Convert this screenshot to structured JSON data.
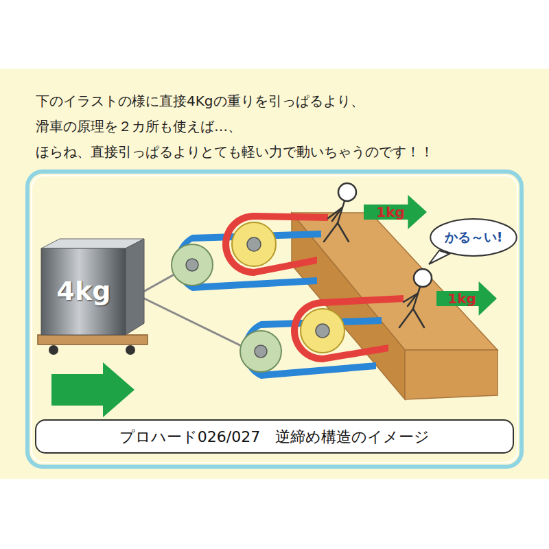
{
  "diagram": {
    "caption": "プロハード026/027　逆締め構造のイメージ",
    "nodes": [
      {
        "text": [
          "1kg"
        ]
      },
      {
        "text": [
          "かる～い!"
        ]
      },
      {
        "text": [
          "4kg"
        ]
      },
      {
        "text": [
          "1kg"
        ]
      }
    ],
    "labels": [
      "下のイラストの様に直接4Kgの重りを引っぱるより、",
      "滑車の原理を２カ所も使えば…、",
      "ほらね、直接引っぱるよりとても軽い力で動いちゃうのです！！"
    ]
  }
}
